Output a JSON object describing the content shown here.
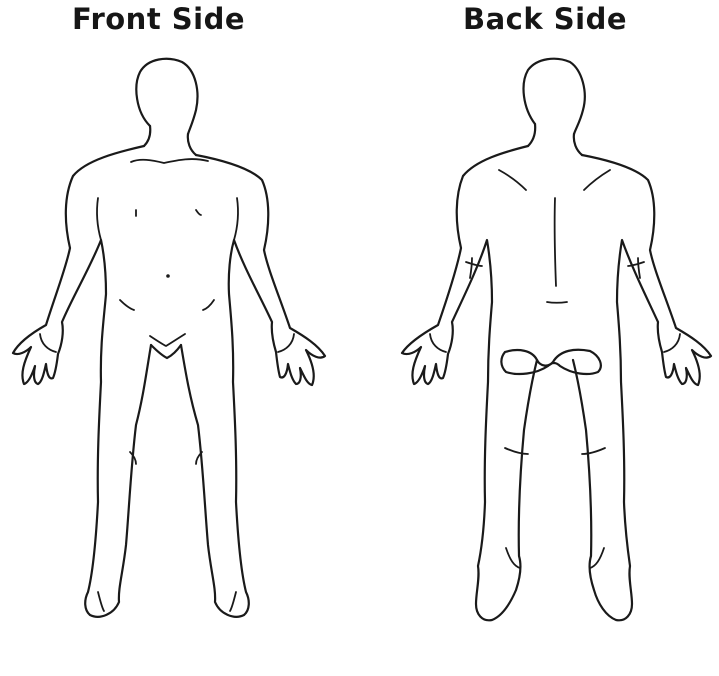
{
  "labels": {
    "front": "Front Side",
    "back": "Back Side"
  },
  "colors": {
    "background": "#ffffff",
    "outline": "#1a1a1a",
    "text": "#161616"
  },
  "figures": [
    "front-body-outline",
    "back-body-outline"
  ]
}
